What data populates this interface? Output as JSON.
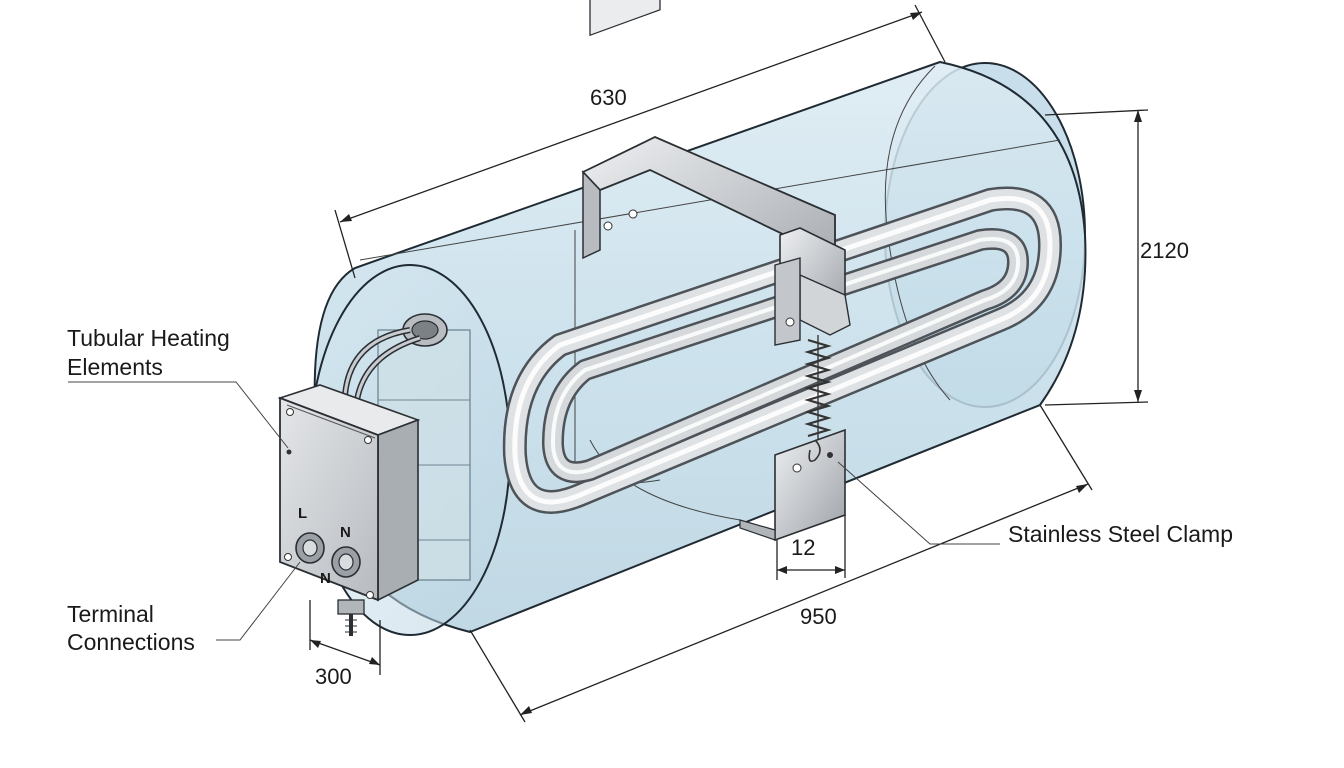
{
  "callouts": {
    "heating_elements_line1": "Tubular Heating",
    "heating_elements_line2": "Elements",
    "terminal_line1": "Terminal",
    "terminal_line2": "Connections",
    "clamp": "Stainless Steel Clamp"
  },
  "dimensions": {
    "length_top": "630",
    "height_right": "2120",
    "clamp_width": "12",
    "length_bottom": "950",
    "box_width": "300"
  },
  "terminals": {
    "live": "L",
    "neutral_top": "N",
    "neutral_bottom": "N"
  },
  "colors": {
    "tank_fill": "#cfe4ef",
    "tank_stroke": "#1f2a33",
    "metal": "#c9ccd0"
  }
}
